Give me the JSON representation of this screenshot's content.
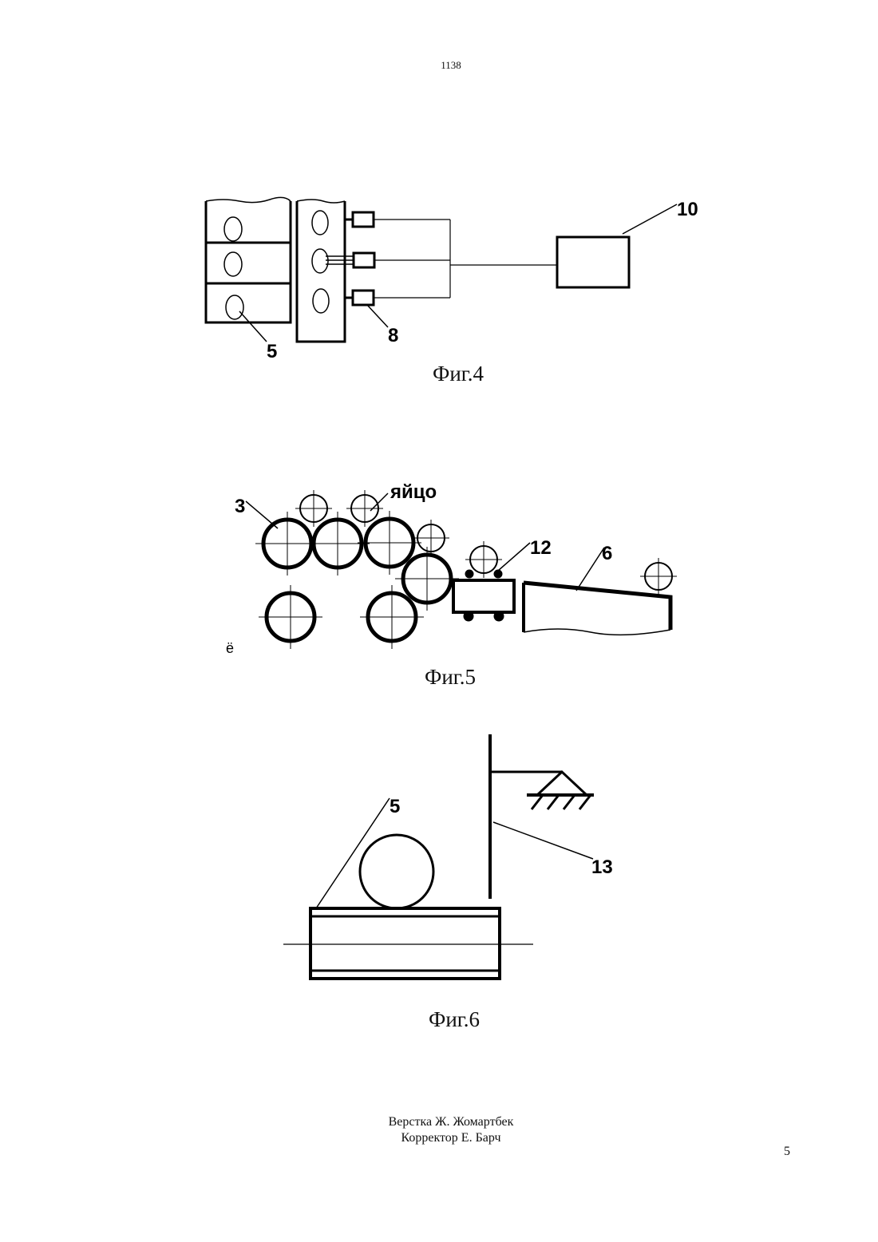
{
  "header": {
    "doc_number": "1138"
  },
  "figures": [
    {
      "caption": "Фиг.4",
      "labels": {
        "sensor_unit": "10",
        "sensor": "8",
        "cell": "5"
      }
    },
    {
      "caption": "Фиг.5",
      "labels": {
        "roller": "3",
        "egg": "яйцо",
        "carrier": "12",
        "chute": "6",
        "stray_mark": "ё"
      }
    },
    {
      "caption": "Фиг.6",
      "labels": {
        "cell": "5",
        "lever": "13"
      }
    }
  ],
  "footer": {
    "layout": "Верстка Ж. Жомартбек",
    "proofreader": "Корректор Е. Барч",
    "page_number": "5"
  }
}
